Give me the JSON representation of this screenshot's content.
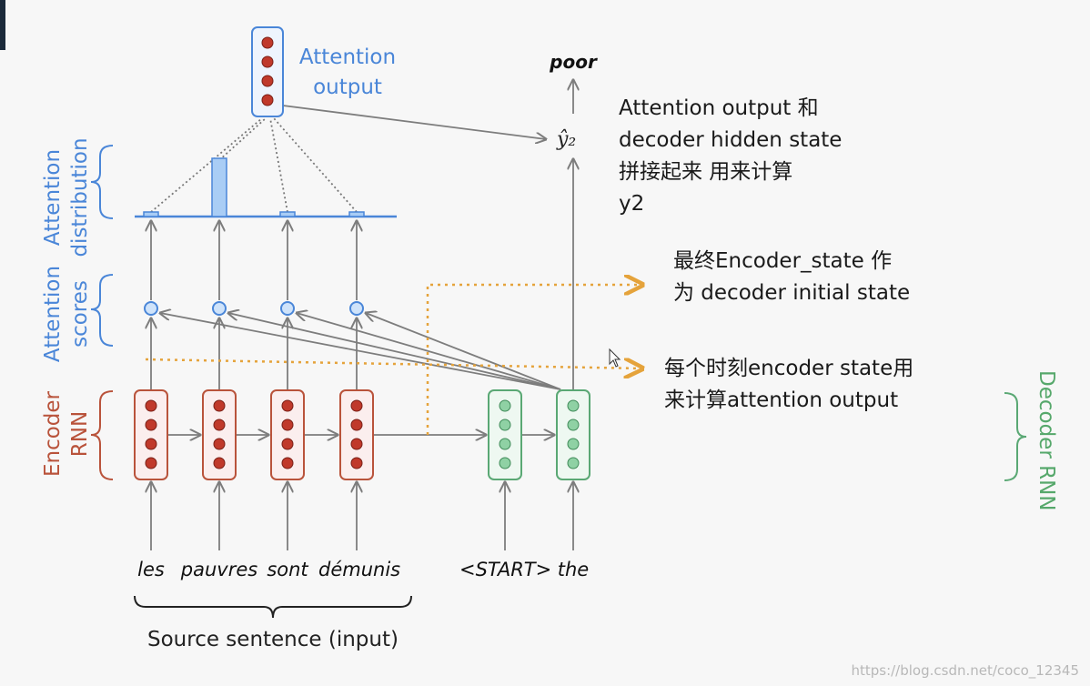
{
  "labels": {
    "attention_output": "Attention\noutput",
    "attention_distribution": "Attention\ndistribution",
    "attention_scores": "Attention\nscores",
    "encoder_rnn": "Encoder\nRNN",
    "decoder_rnn": "Decoder RNN",
    "source_sentence": "Source sentence (input)",
    "output_word": "poor",
    "y_hat": "ŷ₂"
  },
  "source_words": [
    "les",
    "pauvres",
    "sont",
    "démunis"
  ],
  "decoder_words": [
    "<START>",
    "the"
  ],
  "attention_distribution": [
    0.04,
    0.8,
    0.04,
    0.04
  ],
  "notes": {
    "note1": "Attention output 和\ndecoder hidden state\n拼接起来 用来计算\ny2",
    "note2": "最终Encoder_state 作\n为 decoder initial state",
    "note3": "每个时刻encoder state用\n来计算attention output"
  },
  "watermark": "https://blog.csdn.net/coco_12345",
  "colors": {
    "encoder": "#b9533b",
    "encoder_dot": "#c0392b",
    "decoder": "#5aa874",
    "decoder_dot": "#8fd1a4",
    "attention": "#4a86d8",
    "attention_fill": "#a9cdf5",
    "arrow": "#7d7d7d",
    "dotted_orange": "#e5a33b"
  }
}
